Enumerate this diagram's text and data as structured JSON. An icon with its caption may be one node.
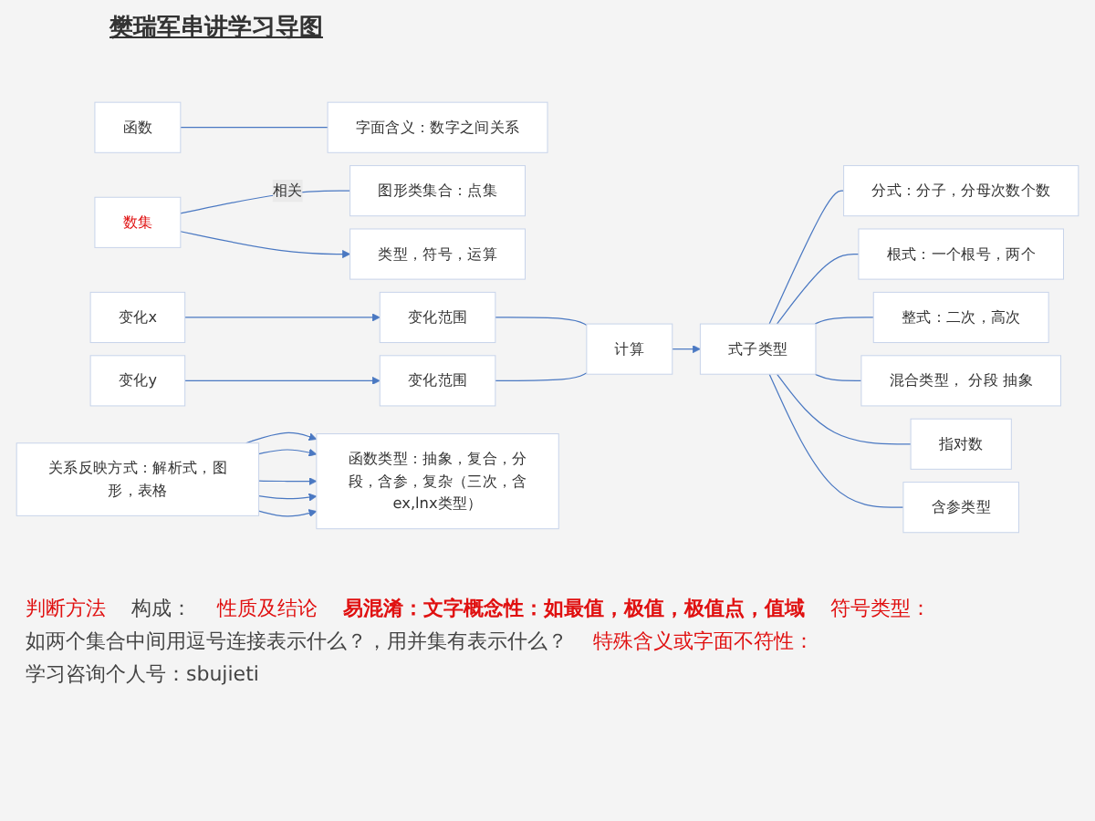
{
  "diagram": {
    "title": "樊瑞军串讲学习导图",
    "nodes": [
      {
        "text": [
          "函数"
        ]
      },
      {
        "text": [
          "字面含义：数字之间关系"
        ]
      },
      {
        "text": [
          "数集"
        ]
      },
      {
        "text": [
          "图形类集合：点集"
        ]
      },
      {
        "text": [
          "类型，符号，运算"
        ]
      },
      {
        "text": [
          "变化x"
        ]
      },
      {
        "text": [
          "变化范围"
        ]
      },
      {
        "text": [
          "变化y"
        ]
      },
      {
        "text": [
          "变化范围"
        ]
      },
      {
        "text": [
          "计算"
        ]
      },
      {
        "text": [
          "式子类型"
        ]
      },
      {
        "text": [
          "分式：分子，分母次数个数"
        ]
      },
      {
        "text": [
          "根式：一个根号，两个"
        ]
      },
      {
        "text": [
          "整式：二次，高次"
        ]
      },
      {
        "text": [
          "混合类型， 分段 抽象"
        ]
      },
      {
        "text": [
          "指对数"
        ]
      },
      {
        "text": [
          "含参类型"
        ]
      },
      {
        "text": [
          "关系反映方式：解析式，图形，表格"
        ]
      },
      {
        "text": [
          "函数类型：抽象，复合，分段，含参，复杂（三次，含ex,lnx类型）"
        ]
      }
    ],
    "edges": [
      {
        "from": 0,
        "to": 1,
        "arrow": "none"
      },
      {
        "from": 2,
        "to": 3,
        "arrow": "none",
        "label": "相关"
      },
      {
        "from": 2,
        "to": 4,
        "arrow": "to"
      },
      {
        "from": 5,
        "to": 6,
        "arrow": "to"
      },
      {
        "from": 7,
        "to": 8,
        "arrow": "to"
      },
      {
        "from": 6,
        "to": 9,
        "arrow": "none"
      },
      {
        "from": 8,
        "to": 9,
        "arrow": "none"
      },
      {
        "from": 9,
        "to": 10,
        "arrow": "to"
      },
      {
        "from": 10,
        "to": 11,
        "arrow": "none"
      },
      {
        "from": 10,
        "to": 12,
        "arrow": "none"
      },
      {
        "from": 10,
        "to": 13,
        "arrow": "none"
      },
      {
        "from": 10,
        "to": 14,
        "arrow": "none"
      },
      {
        "from": 10,
        "to": 15,
        "arrow": "none"
      },
      {
        "from": 10,
        "to": 16,
        "arrow": "none"
      },
      {
        "from": 17,
        "to": 18,
        "arrow": "to"
      },
      {
        "from": 17,
        "to": 18,
        "arrow": "to"
      },
      {
        "from": 17,
        "to": 18,
        "arrow": "to"
      },
      {
        "from": 17,
        "to": 18,
        "arrow": "to"
      },
      {
        "from": 17,
        "to": 18,
        "arrow": "to"
      }
    ],
    "labels": [
      "判断方法",
      "构成：",
      "性质及结论",
      "易混淆：文字概念性：如最值，极值，极值点，值域",
      "符号类型：",
      "如两个集合中间用逗号连接表示什么？，用并集有表示什么？",
      "特殊含义或字面不符性：",
      "学习咨询个人号：sbujieti"
    ]
  }
}
